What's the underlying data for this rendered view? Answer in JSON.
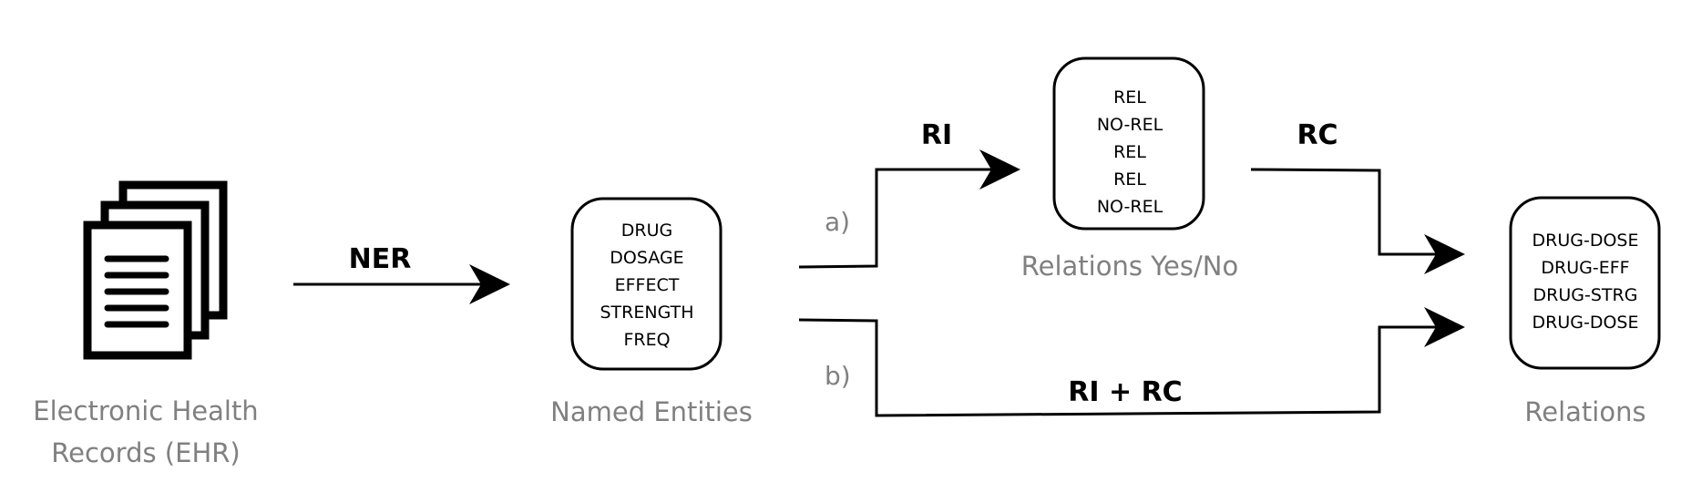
{
  "source": {
    "label_line1": "Electronic Health",
    "label_line2": "Records (EHR)",
    "icon": "documents-icon"
  },
  "ner": {
    "label": "NER"
  },
  "named_entities": {
    "title": "Named Entities",
    "items": [
      "DRUG",
      "DOSAGE",
      "EFFECT",
      "STRENGTH",
      "FREQ"
    ]
  },
  "path_a": {
    "letter": "a)",
    "ri_label": "RI",
    "rc_label": "RC"
  },
  "relations_yesno": {
    "title": "Relations Yes/No",
    "items": [
      "REL",
      "NO-REL",
      "REL",
      "REL",
      "NO-REL"
    ]
  },
  "path_b": {
    "letter": "b)",
    "label": "RI + RC"
  },
  "relations": {
    "title": "Relations",
    "items": [
      "DRUG-DOSE",
      "DRUG-EFF",
      "DRUG-STRG",
      "DRUG-DOSE"
    ]
  },
  "colors": {
    "stroke": "#000000",
    "caption": "#808080"
  }
}
